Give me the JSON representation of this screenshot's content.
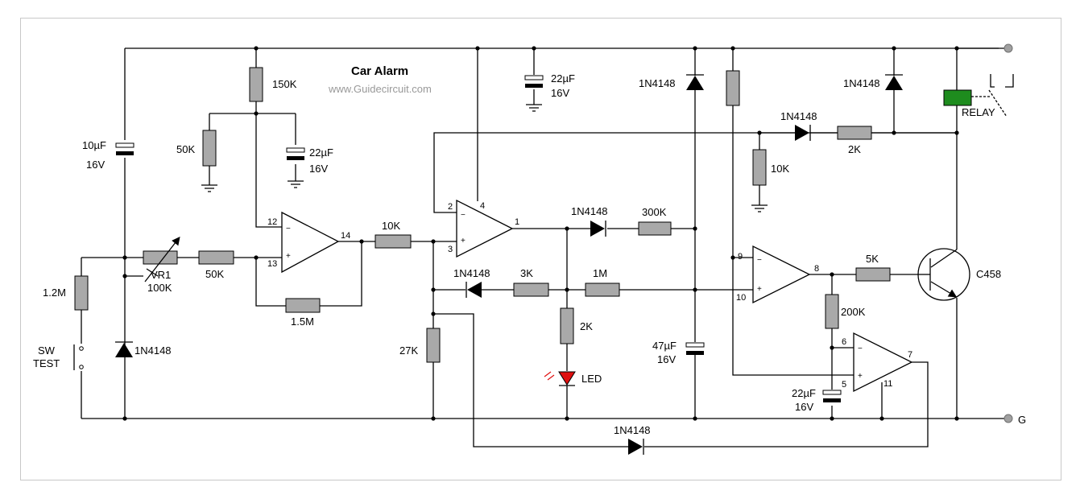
{
  "title": "Car Alarm",
  "website": "www.Guidecircuit.com",
  "colors": {
    "resistor": "#a9a9a9",
    "relay": "#1e8c1e",
    "led": "#e01010",
    "terminal": "#a0a0a0",
    "frame": "#c8c8c8"
  },
  "components": {
    "c1_value": "10µF",
    "c1_voltage": "16V",
    "r_12m": "1.2M",
    "sw_label_1": "SW",
    "sw_label_2": "TEST",
    "d1": "1N4148",
    "vr1_name": "VR1",
    "vr1_value": "100K",
    "r_50k_series": "50K",
    "r_150k": "150K",
    "r_50k_shunt": "50K",
    "c2_value": "22µF",
    "c2_voltage": "16V",
    "r_15m": "1.5M",
    "r_10k_series": "10K",
    "c3_value": "22µF",
    "c3_voltage": "16V",
    "d_led_path": "1N4148",
    "r_300k": "300K",
    "d_back": "1N4148",
    "r_3k": "3K",
    "r_1m": "1M",
    "r_2k_led": "2K",
    "led": "LED",
    "r_27k": "27K",
    "d_supply": "1N4148",
    "c4_value": "47µF",
    "c4_voltage": "16V",
    "d_relay_path": "1N4148",
    "r_2k_relay": "2K",
    "r_10k_shunt": "10K",
    "d_relay_clamp": "1N4148",
    "relay": "RELAY",
    "r_5k": "5K",
    "transistor": "C458",
    "r_200k": "200K",
    "c5_value": "22µF",
    "c5_voltage": "16V",
    "d_bottom": "1N4148",
    "ground_terminal": "G"
  },
  "pins": {
    "u1_inv": "12",
    "u1_noninv": "13",
    "u1_out": "14",
    "u2_inv": "2",
    "u2_noninv": "3",
    "u2_vcc": "4",
    "u2_out": "1",
    "u3_inv": "9",
    "u3_noninv": "10",
    "u3_out": "8",
    "u4_inv": "6",
    "u4_noninv": "5",
    "u4_out": "7",
    "u4_gnd": "11"
  },
  "signs": {
    "minus": "−",
    "plus": "+"
  }
}
